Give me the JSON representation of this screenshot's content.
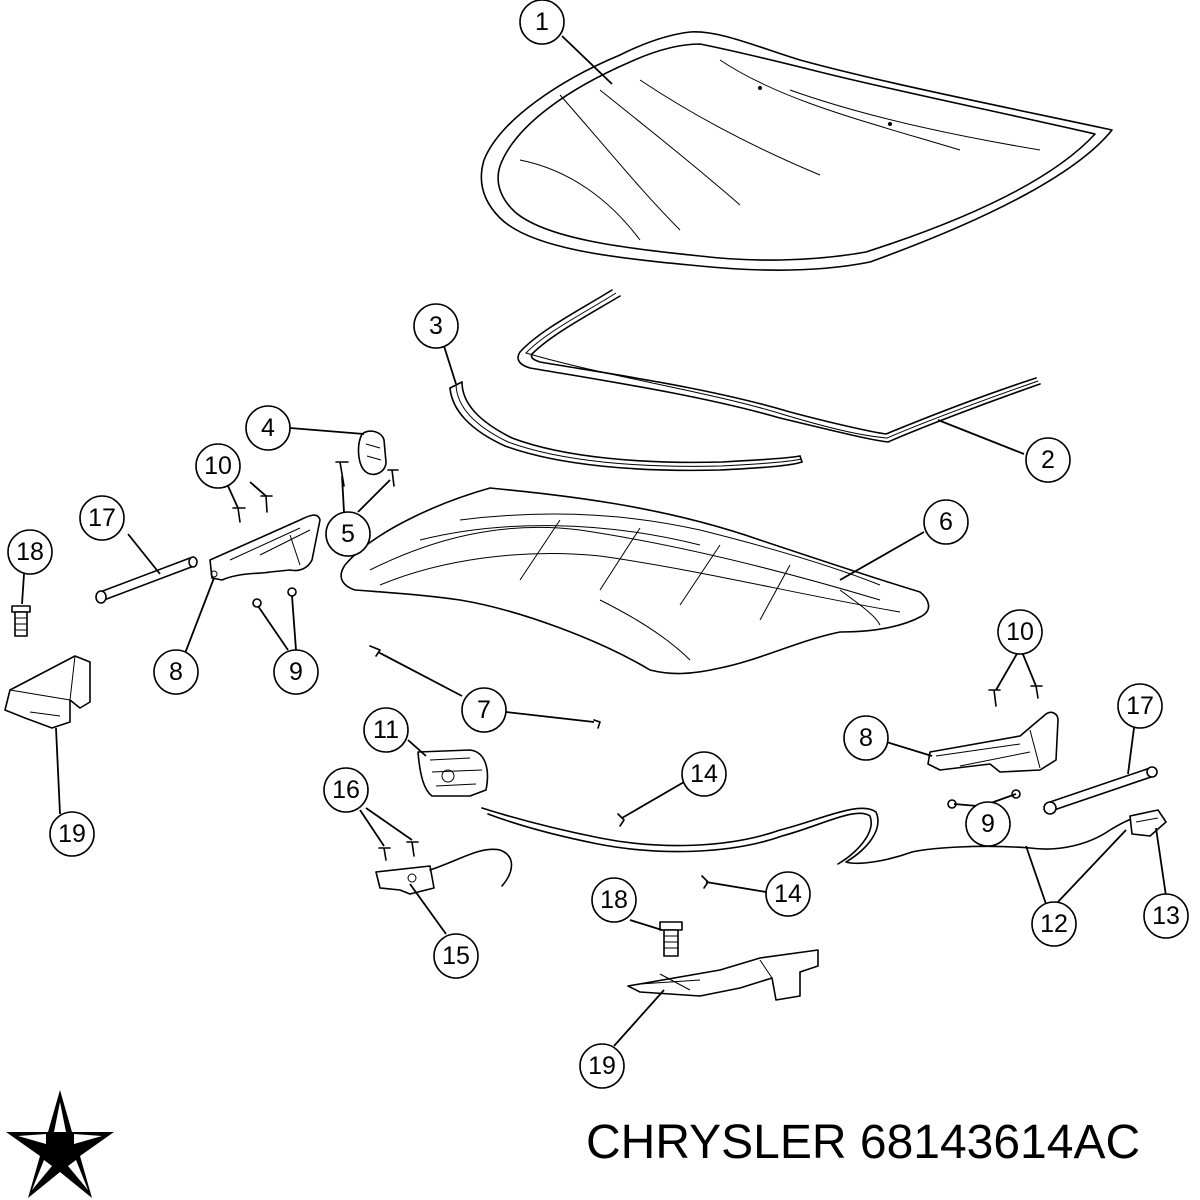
{
  "caption": {
    "brand": "CHRYSLER",
    "part_number": "68143614AC"
  },
  "logo": {
    "icon": "pentastar-icon",
    "color": "#000000"
  },
  "callouts": [
    {
      "label": "1"
    },
    {
      "label": "2"
    },
    {
      "label": "3"
    },
    {
      "label": "4"
    },
    {
      "label": "5"
    },
    {
      "label": "6"
    },
    {
      "label": "7"
    },
    {
      "label": "8"
    },
    {
      "label": "8"
    },
    {
      "label": "9"
    },
    {
      "label": "9"
    },
    {
      "label": "10"
    },
    {
      "label": "10"
    },
    {
      "label": "11"
    },
    {
      "label": "12"
    },
    {
      "label": "13"
    },
    {
      "label": "14"
    },
    {
      "label": "14"
    },
    {
      "label": "15"
    },
    {
      "label": "16"
    },
    {
      "label": "17"
    },
    {
      "label": "17"
    },
    {
      "label": "18"
    },
    {
      "label": "18"
    },
    {
      "label": "19"
    },
    {
      "label": "19"
    }
  ]
}
